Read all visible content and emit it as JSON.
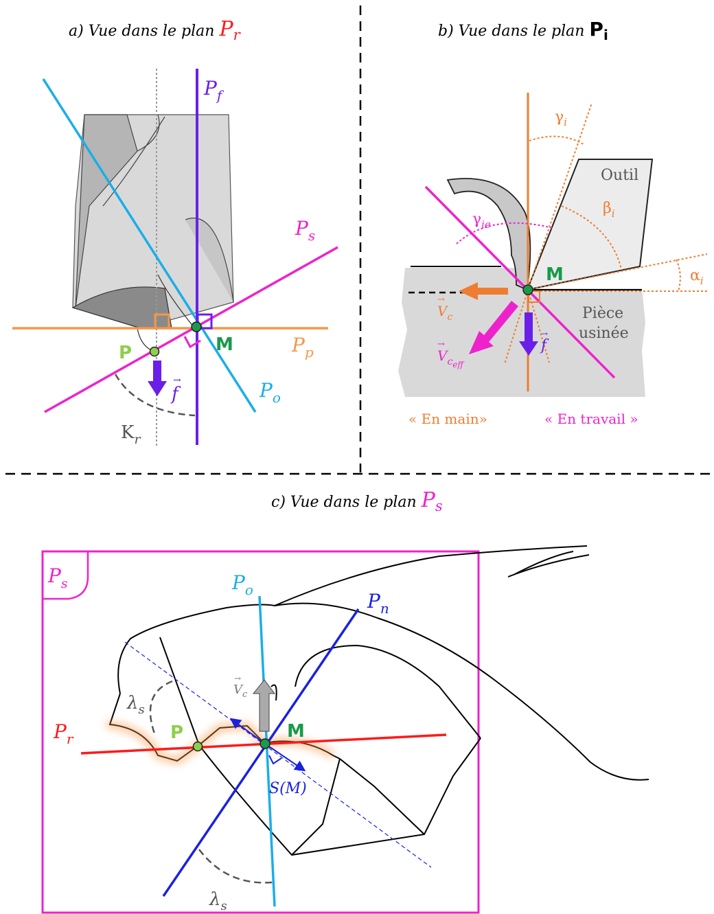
{
  "panel_a": {
    "caption": "a) Vue dans le plan ",
    "caption_plane": "P",
    "caption_plane_sub": "r",
    "label_pf": "P",
    "label_pf_sub": "f",
    "label_ps": "P",
    "label_ps_sub": "s",
    "label_pp": "P",
    "label_pp_sub": "p",
    "label_po": "P",
    "label_po_sub": "o",
    "point_m": "M",
    "point_p": "P",
    "feed": "f",
    "kappa": "K",
    "kappa_sub": "r"
  },
  "panel_b": {
    "caption": "b) Vue dans le plan ",
    "caption_plane": "P",
    "caption_plane_sub": "i",
    "tool": "Outil",
    "workpiece_line1": "Pièce",
    "workpiece_line2": "usinée",
    "gamma_i": "γ",
    "gamma_i_sub": "i",
    "beta_i": "β",
    "beta_i_sub": "i",
    "alpha_i": "α",
    "alpha_i_sub": "i",
    "gamma_ie": "γ",
    "gamma_ie_sub": "ie",
    "point_m": "M",
    "vc": "V",
    "vc_sub": "c",
    "vceff": "V",
    "vceff_sub": "c",
    "vceff_subsub": "eff",
    "feed": "f",
    "in_hand": "« En main»",
    "at_work": "« En travail »"
  },
  "panel_c": {
    "caption": "c) Vue dans le plan ",
    "caption_plane": "P",
    "caption_plane_sub": "s",
    "corner": "P",
    "corner_sub": "s",
    "label_po": "P",
    "label_po_sub": "o",
    "label_pn": "P",
    "label_pn_sub": "n",
    "label_pr": "P",
    "label_pr_sub": "r",
    "vc": "V",
    "vc_sub": "c",
    "lambda_top": "λ",
    "lambda_top_sub": "s",
    "lambda_bottom": "λ",
    "lambda_bottom_sub": "s",
    "point_p": "P",
    "point_m": "M",
    "sm": "S(M)"
  },
  "colors": {
    "pr_red": "#ff1a1a",
    "ps_magenta": "#ee22cc",
    "pp_orange": "#f79646",
    "pf_purple": "#6a1fe8",
    "po_cyan": "#1aaee8",
    "pn_blue": "#1a22dd",
    "m_green": "#1a9a4a",
    "p_green": "#8dcf4a",
    "vc_orange": "#ed7d31",
    "gray": "#555555"
  }
}
